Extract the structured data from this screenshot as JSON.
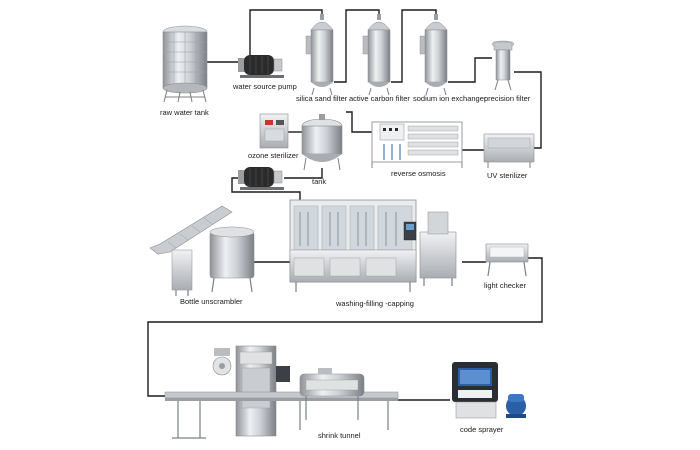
{
  "diagram": {
    "labels": {
      "raw_water_tank": "raw water tank",
      "water_source_pump": "water source pump",
      "silica_sand_filter": "silica sand filter",
      "active_carbon_filter": "active carbon filter",
      "sodium_ion_exchanger": "sodium ion exchanger",
      "precision_filter": "precision filter",
      "ozone_sterilizer": "ozone sterilizer",
      "tank": "tank",
      "reverse_osmosis": "reverse osmosis",
      "uv_sterilizer": "UV  sterilizer",
      "bottle_unscrambler": "Bottle unscrambler",
      "washing_filling_capping": "washing-filling -capping",
      "light_checker": "light checker",
      "shrink_tunnel": "shrink tunnel",
      "code_sprayer": "code sprayer"
    },
    "colors": {
      "pipe": "#1c1c1c",
      "steel_light": "#e6e8ea",
      "steel_mid": "#b9bcc0",
      "steel_dark": "#7c8086",
      "pump_body": "#2b2b2b",
      "printer_blue": "#2a5fa8"
    }
  }
}
